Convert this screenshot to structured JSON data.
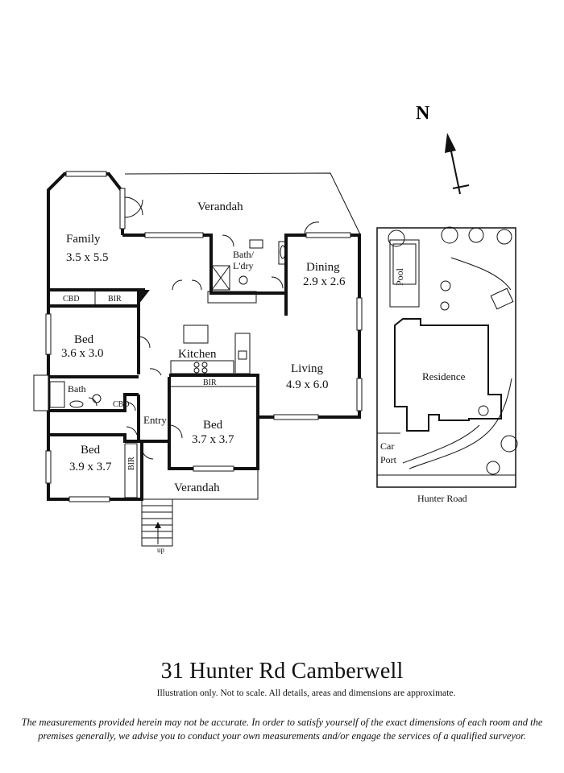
{
  "compass": {
    "label": "N"
  },
  "rooms": {
    "verandah_top": "Verandah",
    "family": "Family",
    "family_dim": "3.5 x 5.5",
    "bath_laundry_1": "Bath/",
    "bath_laundry_2": "L'dry",
    "dining": "Dining",
    "dining_dim": "2.9 x 2.6",
    "cbd_1": "CBD",
    "bir_1": "BIR",
    "bed1": "Bed",
    "bed1_dim": "3.6 x 3.0",
    "kitchen": "Kitchen",
    "living": "Living",
    "living_dim": "4.9 x 6.0",
    "bath": "Bath",
    "cbd_2": "CBD",
    "bir_2": "BIR",
    "entry": "Entry",
    "bed2": "Bed",
    "bed2_dim": "3.7 x 3.7",
    "bed3": "Bed",
    "bed3_dim": "3.9 x 3.7",
    "bir_3": "BIR",
    "verandah_bottom": "Verandah",
    "up": "up"
  },
  "site": {
    "pool": "Pool",
    "residence": "Residence",
    "carport_1": "Car",
    "carport_2": "Port",
    "road": "Hunter Road"
  },
  "title": "31 Hunter Rd Camberwell",
  "subtitle": "Illustration only. Not to scale. All details, areas and dimensions are approximate.",
  "disclaimer_line1": "The measurements provided herein may not be accurate. In order to satisfy yourself of the exact dimensions of each room and the",
  "disclaimer_line2": "premises generally, we advise you to conduct your own measurements and/or engage the services of a qualified surveyor."
}
